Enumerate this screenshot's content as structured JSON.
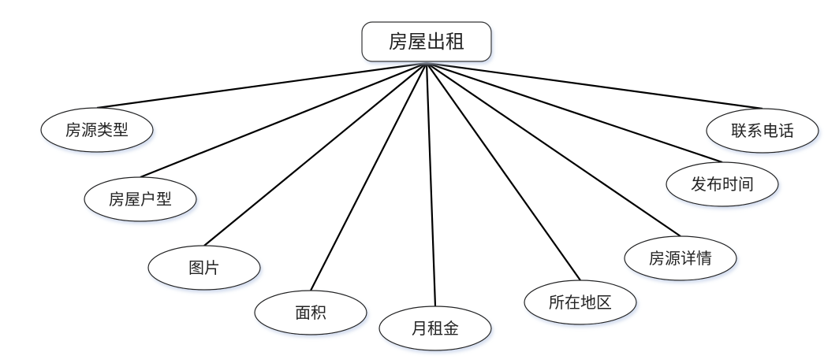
{
  "diagram": {
    "type": "er-entity-attributes",
    "entity": "房屋出租",
    "attributes": [
      "房源类型",
      "房屋户型",
      "图片",
      "面积",
      "月租金",
      "所在地区",
      "房源详情",
      "发布时间",
      "联系电话"
    ]
  }
}
